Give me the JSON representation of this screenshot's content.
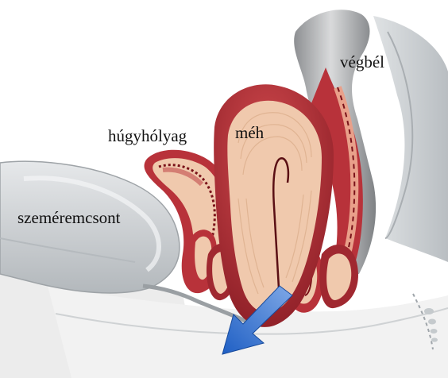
{
  "labels": {
    "rectum": "végbél",
    "uterus": "méh",
    "bladder": "húgyhólyag",
    "pubic_bone": "szeméremcsont"
  },
  "colors": {
    "muscle_red": "#b8323a",
    "dark_red": "#8c1e26",
    "tissue_pink": "#f0c9ad",
    "lining": "#e9a08a",
    "bone_gray": "#c9ccce",
    "pelvis_gray": "#bfc3c6",
    "arrow_blue": "#1f5fc4"
  },
  "icons": {
    "arrow": "arrow-down-left-icon"
  }
}
